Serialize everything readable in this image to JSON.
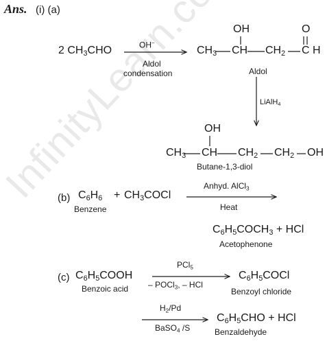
{
  "watermark": "InfinityLearn.com",
  "header": {
    "ans": "Ans.",
    "part": "(i) (a)"
  },
  "rxn_a": {
    "coef": "2 CH",
    "sub3": "3",
    "cho": "CHO",
    "catalyst": "OH",
    "catalyst_sup": "−",
    "cond_1": "Aldol",
    "cond_2": "condensation",
    "product_oh": "OH",
    "product_o": "O",
    "ch3": "CH",
    "ch3_sub": "3",
    "ch": "CH",
    "ch2": "CH",
    "ch2_sub": "2",
    "c": "C",
    "h": "H",
    "product_name": "Aldol",
    "reagent": "LiAlH",
    "reagent_sub": "4",
    "final_oh": "OH",
    "final_ch3": "CH",
    "final_ch3_sub": "3",
    "final_ch": "CH",
    "final_ch2a": "CH",
    "final_ch2a_sub": "2",
    "final_ch2b": "CH",
    "final_ch2b_sub": "2",
    "final_oh2": "OH",
    "final_name": "Butane-1,3-diol"
  },
  "rxn_b": {
    "label": "(b)",
    "c6h6": "C",
    "c6h6_s1": "6",
    "c6h6_h": "H",
    "c6h6_s2": "6",
    "plus": "+",
    "acyl": "CH",
    "acyl_sub": "3",
    "acyl_rest": "COCl",
    "reactant_name": "Benzene",
    "reagent": "Anhyd. AlCl",
    "reagent_sub": "3",
    "cond": "Heat",
    "prod_c": "C",
    "prod_s1": "6",
    "prod_h": "H",
    "prod_s2": "5",
    "prod_mid": "COCH",
    "prod_s3": "3",
    "prod_plus": "+ HCl",
    "prod_name": "Acetophenone"
  },
  "rxn_c": {
    "label": "(c)",
    "r_c": "C",
    "r_s1": "6",
    "r_h": "H",
    "r_s2": "5",
    "r_rest": "COOH",
    "r_name": "Benzoic acid",
    "reagent": "PCl",
    "reagent_sub": "5",
    "byprod_1": "– POCl",
    "byprod_1_sub": "3",
    "byprod_2": ",  – HCl",
    "p_c": "C",
    "p_s1": "6",
    "p_h": "H",
    "p_s2": "5",
    "p_rest": "COCl",
    "p_name": "Benzoyl chloride",
    "reagent2": "H",
    "reagent2_sub": "2",
    "reagent2_rest": "/Pd",
    "cond2": "BaSO",
    "cond2_sub": "4",
    "cond2_rest": " /S",
    "f_c": "C",
    "f_s1": "6",
    "f_h": "H",
    "f_s2": "5",
    "f_rest": "CHO + HCl",
    "f_name": "Benzaldehyde"
  }
}
